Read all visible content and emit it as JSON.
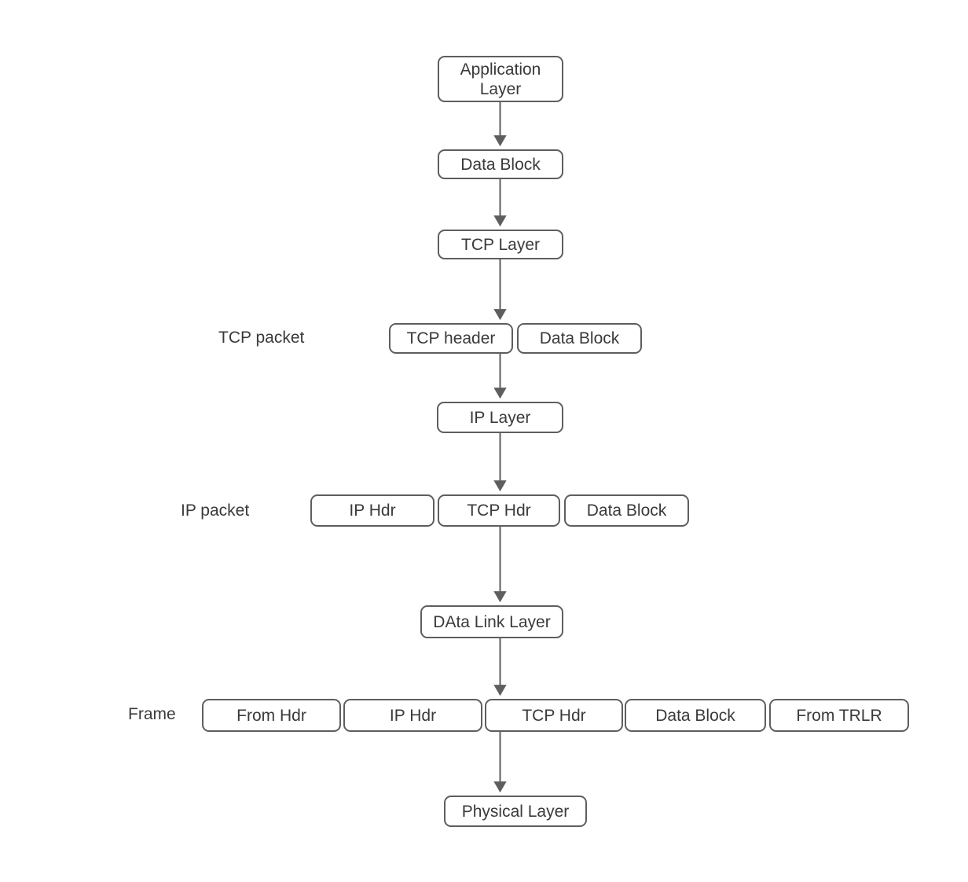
{
  "colors": {
    "background": "#ffffff",
    "box_border": "#5e5e5e",
    "box_fill": "#ffffff",
    "text": "#3a3a3a",
    "arrow": "#5e5e5e"
  },
  "nodes": {
    "application_layer": "Application\nLayer",
    "data_block_app": "Data Block",
    "tcp_layer": "TCP Layer",
    "tcp_header": "TCP header",
    "data_block_tcp": "Data Block",
    "ip_layer": "IP Layer",
    "ip_hdr": "IP Hdr",
    "tcp_hdr": "TCP Hdr",
    "data_block_ip": "Data Block",
    "data_link_layer": "DAta Link Layer",
    "frame_from_hdr": "From Hdr",
    "frame_ip_hdr": "IP Hdr",
    "frame_tcp_hdr": "TCP Hdr",
    "frame_data_block": "Data Block",
    "frame_from_trlr": "From TRLR",
    "physical_layer": "Physical Layer"
  },
  "row_labels": {
    "tcp_packet": "TCP packet",
    "ip_packet": "IP packet",
    "frame": "Frame"
  }
}
